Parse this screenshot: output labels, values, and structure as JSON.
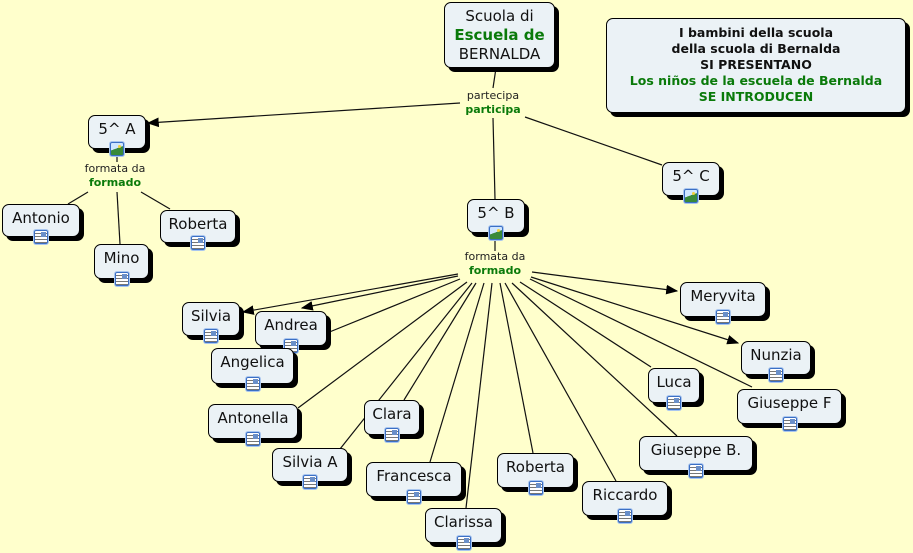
{
  "root": {
    "line1": "Scuola di",
    "line2": "Escuela de",
    "line3": "BERNALDA"
  },
  "title": {
    "line1": "I bambini della scuola",
    "line2": "della scuola di Bernalda",
    "line3": "SI PRESENTANO",
    "line4": "Los niños de la escuela de Bernalda",
    "line5": "SE INTRODUCEN"
  },
  "links": {
    "participa": {
      "it": "partecipa",
      "es": "participa"
    },
    "formato_a": {
      "it": "formata da",
      "es": "formado"
    },
    "formato_b": {
      "it": "formata da",
      "es": "formado"
    }
  },
  "classes": {
    "a": "5^ A",
    "b": "5^ B",
    "c": "5^ C"
  },
  "students_a": [
    "Antonio",
    "Mino",
    "Roberta"
  ],
  "students_b": [
    "Silvia",
    "Andrea",
    "Angelica",
    "Antonella",
    "Clara",
    "Silvia A",
    "Francesca",
    "Clarissa",
    "Roberta",
    "Riccardo",
    "Giuseppe B.",
    "Luca",
    "Giuseppe F",
    "Nunzia",
    "Meryvita"
  ],
  "colors": {
    "background": "#FFFFCC",
    "node": "#EBF2F6",
    "spanish_text": "#0A7A0A"
  }
}
